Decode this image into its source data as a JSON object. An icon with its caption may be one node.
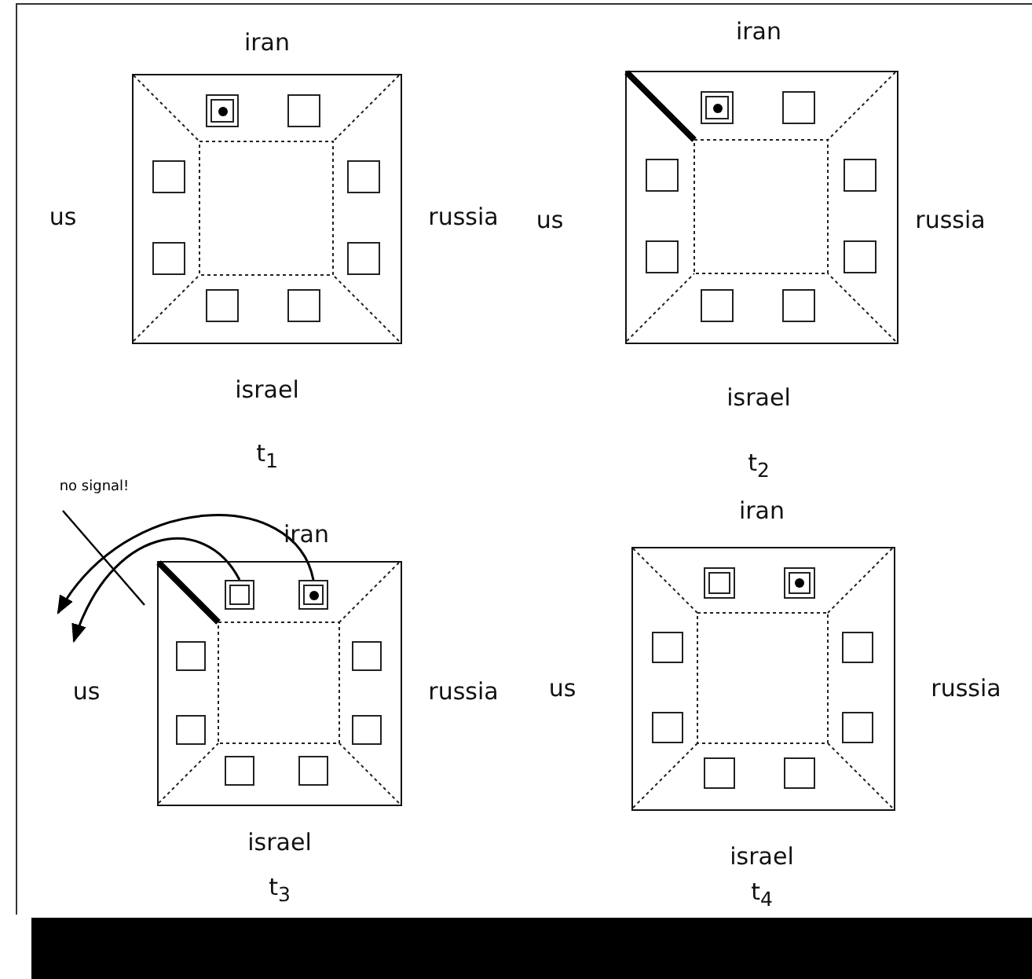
{
  "diagram": {
    "nodes": [
      {
        "text": [],
        "shape": "box"
      },
      {
        "text": [],
        "shape": "box",
        "in": 0
      },
      {
        "text": [],
        "shape": "box",
        "in": 0
      },
      {
        "text": [],
        "shape": "box",
        "in": 0
      },
      {
        "text": [],
        "shape": "box",
        "in": 0
      },
      {
        "text": [],
        "shape": "box",
        "in": 0
      },
      {
        "text": [],
        "shape": "box",
        "in": 0
      },
      {
        "text": [],
        "shape": "box",
        "in": 0
      },
      {
        "text": [],
        "shape": "box",
        "in": 0
      },
      {
        "text": [],
        "shape": "box"
      },
      {
        "text": [],
        "shape": "box",
        "in": 9
      },
      {
        "text": [],
        "shape": "box",
        "in": 9
      },
      {
        "text": [],
        "shape": "box",
        "in": 9
      },
      {
        "text": [],
        "shape": "box",
        "in": 9
      },
      {
        "text": [],
        "shape": "box",
        "in": 9
      },
      {
        "text": [],
        "shape": "box",
        "in": 9
      },
      {
        "text": [],
        "shape": "box",
        "in": 9
      },
      {
        "text": [],
        "shape": "box",
        "in": 9
      },
      {
        "text": [],
        "shape": "box"
      },
      {
        "text": [],
        "shape": "box",
        "in": 18
      },
      {
        "text": [],
        "shape": "box",
        "in": 18
      },
      {
        "text": [],
        "shape": "box",
        "in": 18
      },
      {
        "text": [],
        "shape": "box",
        "in": 18
      },
      {
        "text": [],
        "shape": "box",
        "in": 18
      },
      {
        "text": [],
        "shape": "box",
        "in": 18
      },
      {
        "text": [],
        "shape": "box",
        "in": 18
      },
      {
        "text": [],
        "shape": "box",
        "in": 18
      },
      {
        "text": [],
        "shape": "box"
      },
      {
        "text": [],
        "shape": "box",
        "in": 27
      },
      {
        "text": [],
        "shape": "box",
        "in": 27
      },
      {
        "text": [],
        "shape": "box",
        "in": 27
      },
      {
        "text": [],
        "shape": "box",
        "in": 27
      },
      {
        "text": [],
        "shape": "box",
        "in": 27
      },
      {
        "text": [],
        "shape": "box",
        "in": 27
      },
      {
        "text": [],
        "shape": "box",
        "in": 27
      },
      {
        "text": [],
        "shape": "box",
        "in": 27
      }
    ],
    "edges": [
      {
        "from": 19,
        "to": null,
        "arrow": "to"
      },
      {
        "from": 20,
        "to": null,
        "arrow": "to",
        "label": "no signal!"
      }
    ],
    "labels": [
      "iran",
      "us",
      "russia",
      "israel",
      "t$_{1}$",
      "iran",
      "us",
      "russia",
      "israel",
      "t$_{2}$",
      "iran",
      "us",
      "russia",
      "israel",
      "t$_{3}$",
      "iran",
      "us",
      "russia",
      "israel",
      "t$_{4}$"
    ]
  }
}
